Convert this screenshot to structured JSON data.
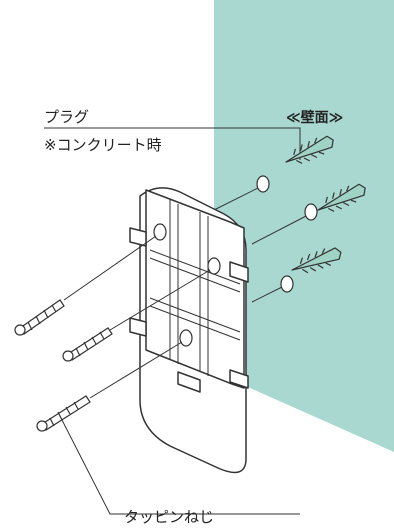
{
  "labels": {
    "plug": "プラグ",
    "concrete_note": "※コンクリート時",
    "wall": "≪壁面≫",
    "screw": "タッピンねじ"
  },
  "colors": {
    "wall": "#a8d8cf",
    "anchor": "#9fd3c6",
    "line": "#333333",
    "plate_fill": "#ffffff"
  }
}
